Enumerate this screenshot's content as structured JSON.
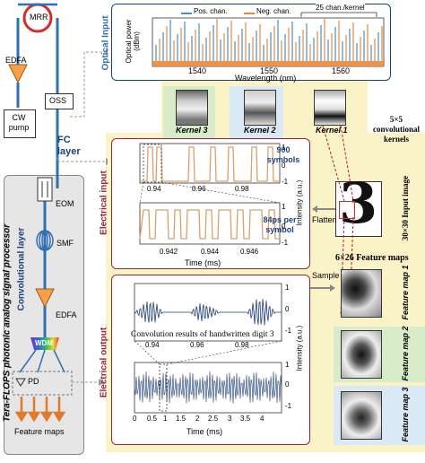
{
  "colors": {
    "pos_channel": "#4a90c8",
    "neg_channel": "#e8883a",
    "fiber": "#2f6fb3",
    "frame_red": "#9b2335",
    "panel_yellow": "#fbf3c8",
    "panel_blue": "#dbe9f5",
    "panel_green": "#d9ecc9",
    "panel_gray": "#e6e6e6",
    "wave_blue": "#1f3f77",
    "pulse_orange": "#d9a06a"
  },
  "setup": {
    "mrr": "MRR",
    "edfa_top": "EDFA",
    "cw_pump": "CW pump",
    "oss": "OSS",
    "fc_layer": "FC layer",
    "conv_layer": "Convolutional layer",
    "eom": "EOM",
    "smf": "SMF",
    "edfa_bottom": "EDFA",
    "wdm": "WDM",
    "pd": "PD",
    "feature_maps": "Feature maps",
    "processor_title": "Tera-FLOPS photonic analog signal processor"
  },
  "optical_input": {
    "title": "Optical Input",
    "ylabel": "Optical power (dBm)",
    "xlabel": "Wavelength (nm)",
    "legend_pos": "Pos. chan.",
    "legend_neg": "Neg. chan.",
    "annotation": "25 chan./kernel",
    "xticks": [
      "1540",
      "1550",
      "1560"
    ]
  },
  "kernels": {
    "title": "5×5 convolutional kernels",
    "k1": "Kernel 1",
    "k2": "Kernel 2",
    "k3": "Kernel 3"
  },
  "electrical_input": {
    "title": "Electrical input",
    "ylabel": "Intensity (a.u.)",
    "xlabel": "Time (ms)",
    "top_note": "900 symbols",
    "bottom_note": "84ps per symbol",
    "top_xticks": [
      "0.94",
      "0.96",
      "0.98"
    ],
    "top_yticks": [
      "1",
      "0",
      "-1"
    ],
    "bottom_xticks": [
      "0.942",
      "0.944",
      "0.946"
    ],
    "bottom_yticks": [
      "1",
      "0",
      "-1"
    ]
  },
  "input_image": {
    "label": "30×30 Input image",
    "flatten": "Flatten",
    "digit": "3"
  },
  "feature_maps": {
    "title": "6×26 Feature maps",
    "sample": "Sample",
    "m1": "Feature map 1",
    "m2": "Feature map 2",
    "m3": "Feature map 3"
  },
  "electrical_output": {
    "title": "Electrical output",
    "caption": "Convolution results of handwritten digit 3",
    "ylabel": "Intensity (a.u.)",
    "xlabel": "Time (ms)",
    "top_xticks": [
      "0.94",
      "0.96",
      "0.98"
    ],
    "top_yticks": [
      "1",
      "0",
      "-1"
    ],
    "bottom_xticks": [
      "0",
      "0.5",
      "1",
      "1.5",
      "2",
      "2.5",
      "3",
      "3.5",
      "4"
    ],
    "bottom_yticks": [
      "1",
      "0",
      "-1"
    ]
  }
}
